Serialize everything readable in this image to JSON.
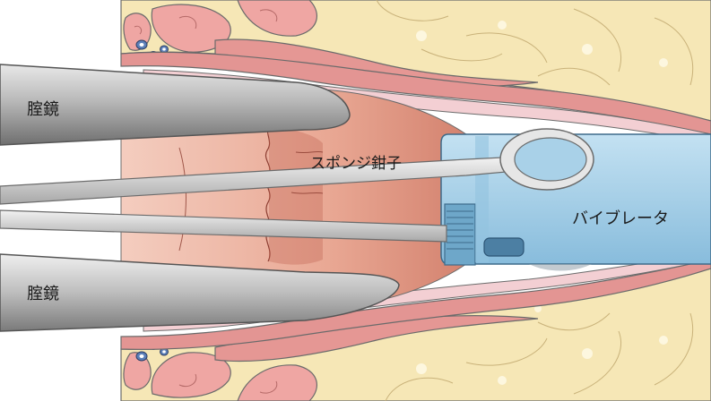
{
  "labels": {
    "speculum_upper": "腟鏡",
    "speculum_lower": "腟鏡",
    "sponge_forceps": "スポンジ鉗子",
    "vibrator": "バイブレータ"
  },
  "colors": {
    "fat": "#f6e7b6",
    "fat_outline": "#6b6b6b",
    "muscle_pink": "#efa6a3",
    "muscle_dark": "#d98583",
    "mucosa_light": "#f2c0b0",
    "mucosa_dark": "#b45c4a",
    "speculum": "#9c9c9c",
    "vibrator_body": "#a9d1e8",
    "vibrator_band": "#6ea7c9",
    "vessel_blue": "#5b7fb8"
  }
}
